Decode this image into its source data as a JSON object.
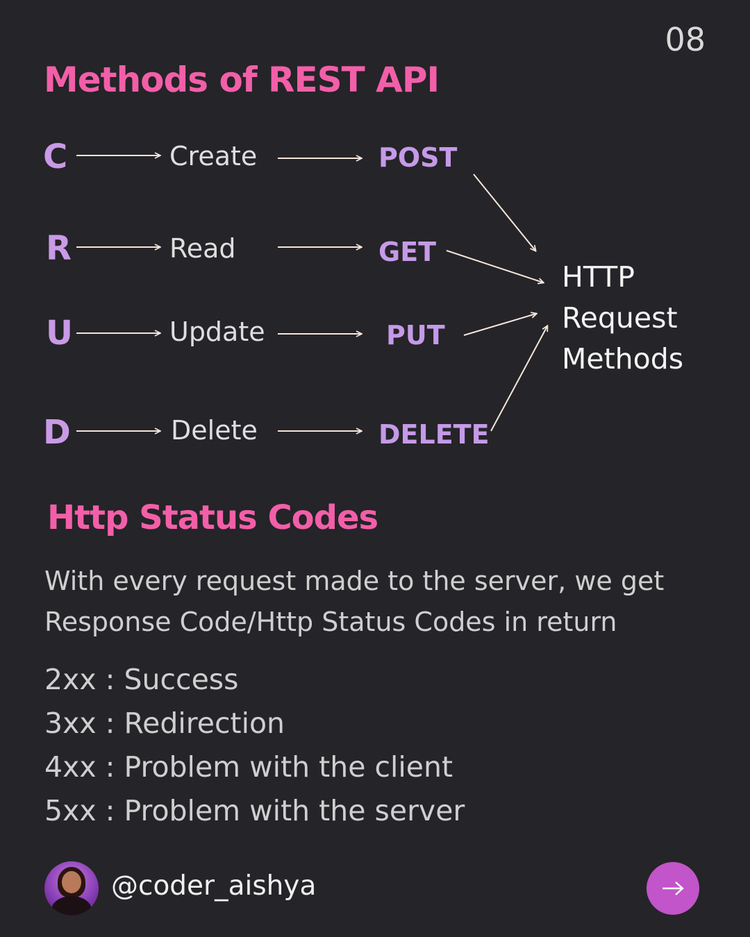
{
  "page_number": "08",
  "methods_title": "Methods of REST API",
  "crud": [
    {
      "letter": "C",
      "word": "Create",
      "method": "POST"
    },
    {
      "letter": "R",
      "word": "Read",
      "method": "GET"
    },
    {
      "letter": "U",
      "word": "Update",
      "method": "PUT"
    },
    {
      "letter": "D",
      "word": "Delete",
      "method": "DELETE"
    }
  ],
  "http_label": [
    "HTTP",
    "Request",
    "Methods"
  ],
  "status_title": "Http Status Codes",
  "intro_lines": [
    "With every request made to the server, we get",
    "Response Code/Http Status Codes in return"
  ],
  "status_codes": [
    "2xx : Success",
    "3xx : Redirection",
    "4xx : Problem with the client",
    "5xx : Problem with the server"
  ],
  "author": {
    "handle": "@coder_aishya"
  },
  "colors": {
    "background": "#252428",
    "heading": "#f25fa8",
    "accent": "#c99ae6",
    "arrow": "#f5e6dc",
    "button": "#c155c9"
  },
  "icons": {
    "next": "arrow-right-icon",
    "avatar": "author-avatar"
  }
}
